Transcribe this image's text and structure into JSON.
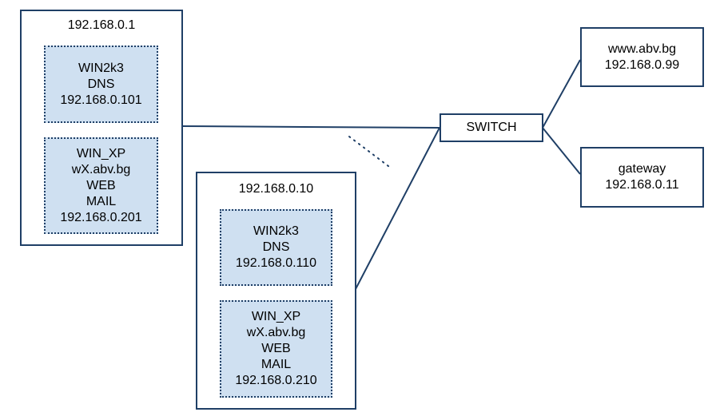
{
  "groups": [
    {
      "title": "192.168.0.1",
      "hosts": [
        {
          "lines": [
            "WIN2k3",
            "DNS",
            "192.168.0.101"
          ]
        },
        {
          "lines": [
            "WIN_XP",
            "wX.abv.bg",
            "WEB",
            "MAIL",
            "192.168.0.201"
          ]
        }
      ]
    },
    {
      "title": "192.168.0.10",
      "hosts": [
        {
          "lines": [
            "WIN2k3",
            "DNS",
            "192.168.0.110"
          ]
        },
        {
          "lines": [
            "WIN_XP",
            "wX.abv.bg",
            "WEB",
            "MAIL",
            "192.168.0.210"
          ]
        }
      ]
    }
  ],
  "switch": {
    "label": "SWITCH"
  },
  "nodes": {
    "www": {
      "lines": [
        "www.abv.bg",
        "192.168.0.99"
      ]
    },
    "gateway": {
      "lines": [
        "gateway",
        "192.168.0.11"
      ]
    }
  },
  "colors": {
    "line": "#1f3f66",
    "host_fill": "#cfe0f1"
  }
}
